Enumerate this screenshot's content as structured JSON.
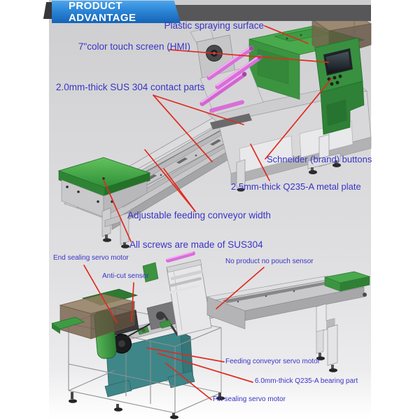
{
  "header": {
    "title": "PRODUCT ADVANTAGE"
  },
  "labels": {
    "top": [
      {
        "id": "plastic-spraying-surface",
        "text": "Plastic spraying surface"
      },
      {
        "id": "touch-screen-hmi",
        "text": "7\"color touch screen (HMI)"
      },
      {
        "id": "contact-parts",
        "text": "2.0mm-thick SUS 304 contact parts"
      },
      {
        "id": "schneider-buttons",
        "text": "Schneider (brand) buttons"
      },
      {
        "id": "metal-plate",
        "text": "2.5mm-thick Q235-A metal plate"
      },
      {
        "id": "adjustable-width",
        "text": "Adjustable feeding conveyor width"
      },
      {
        "id": "screws-sus304",
        "text": "All screws are made of SUS304"
      }
    ],
    "bottom": [
      {
        "id": "end-sealing-servo",
        "text": "End sealing servo motor"
      },
      {
        "id": "anti-cut-sensor",
        "text": "Anti-cut sensor"
      },
      {
        "id": "no-product-no-pouch",
        "text": "No product no pouch sensor"
      },
      {
        "id": "feeding-conveyor-servo",
        "text": "Feeding conveyor servo motor"
      },
      {
        "id": "bearing-part",
        "text": "6.0mm-thick Q235-A bearing part"
      },
      {
        "id": "fin-sealing-servo",
        "text": "Fin sealing servo motor"
      }
    ]
  },
  "colors": {
    "banner_blue_top": "#4aa6ee",
    "banner_blue_bottom": "#1563b6",
    "header_bar_gray": "#57575a",
    "annotation_text_blue": "#3a34c6",
    "leader_line_red": "#e02b1f",
    "machine_green": "#3f9b43",
    "film_roller_pink": "#d86fd8",
    "electrical_box_teal": "#3e8688",
    "hopper_brown": "#8a7258",
    "background_gray": "#d9d9db"
  }
}
